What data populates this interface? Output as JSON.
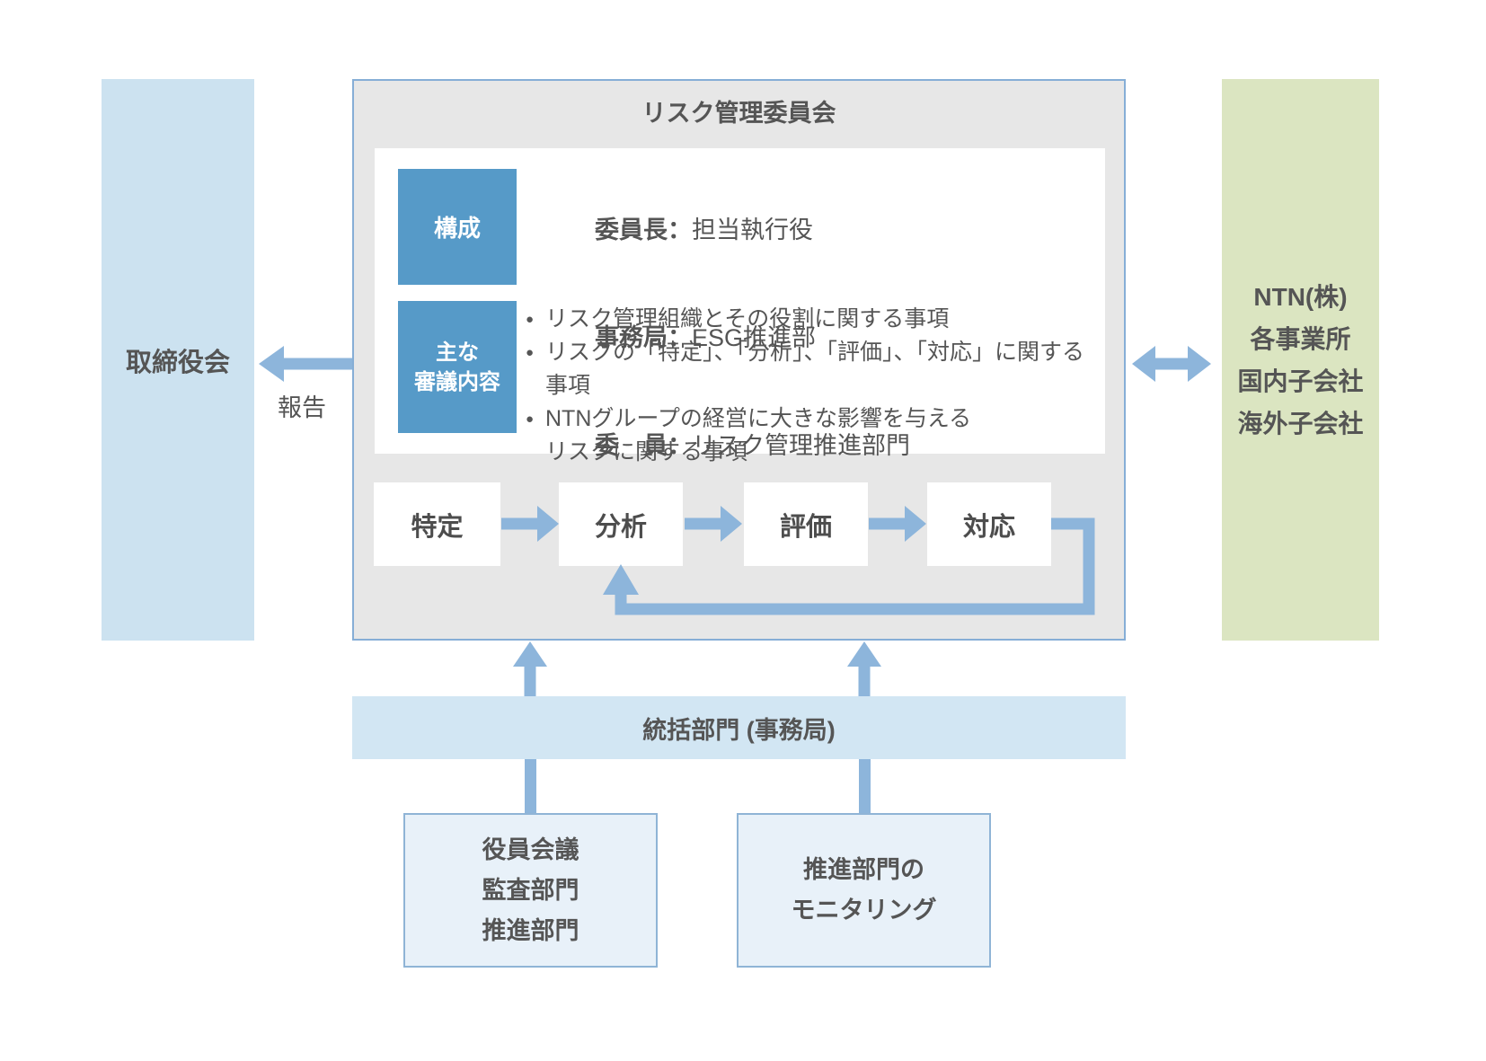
{
  "palette": {
    "arrow_blue": "#8db5db",
    "accent_blue": "#569ac8",
    "board_box_blue": "#cce2f0",
    "bar_blue": "#d2e6f3",
    "source_box_blue": "#e8f1f9",
    "panel_gray": "#e7e7e7",
    "group_green": "#dbe5c1",
    "border_blue": "#86aed6",
    "text_gray": "#555555"
  },
  "board": {
    "label": "取締役会"
  },
  "report": {
    "label": "報告"
  },
  "committee": {
    "title": "リスク管理委員会",
    "composition": {
      "heading": "構成",
      "colon": "：",
      "rows": [
        {
          "label": "委員長",
          "value": "担当執行役"
        },
        {
          "label": "事務局",
          "value": "ESG推進部"
        },
        {
          "label": "委　員",
          "value": "リスク管理推進部門"
        }
      ]
    },
    "agenda": {
      "heading_line1": "主な",
      "heading_line2": "審議内容",
      "bullet": "●",
      "items": [
        "リスク管理組織とその役割に関する事項",
        "リスクの「特定」、「分析」、「評価」、「対応」に関する事項",
        "NTNグループの経営に大きな影響を与える\nリスクに関する事項"
      ]
    },
    "process_steps": [
      "特定",
      "分析",
      "評価",
      "対応"
    ]
  },
  "group": {
    "lines": [
      "NTN(株)",
      "各事業所",
      "国内子会社",
      "海外子会社"
    ]
  },
  "secretariat": {
    "label": "統括部門 (事務局)"
  },
  "sources": [
    {
      "lines": [
        "役員会議",
        "監査部門",
        "推進部門"
      ]
    },
    {
      "lines": [
        "推進部門の",
        "モニタリング"
      ]
    }
  ]
}
